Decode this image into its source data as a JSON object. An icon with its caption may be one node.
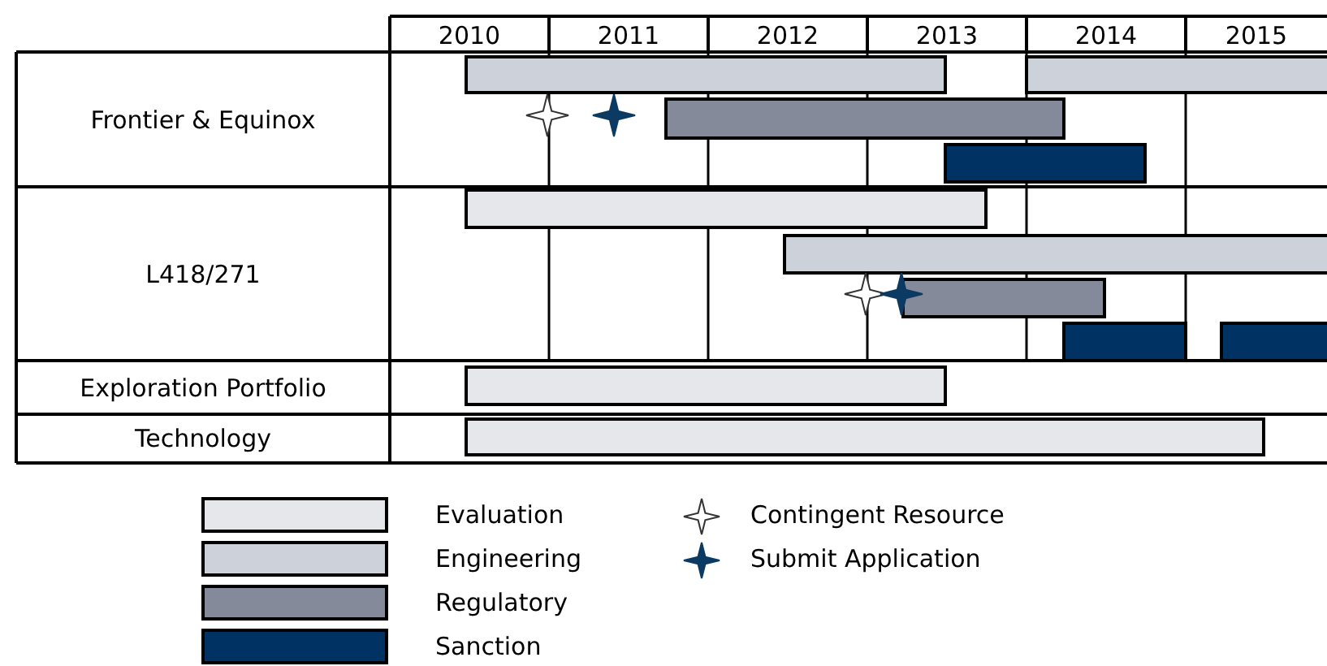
{
  "diagram": {
    "nodes": [
      {
        "text": [
          "Frontier & Equinox"
        ]
      },
      {
        "text": [
          "L418/271"
        ]
      },
      {
        "text": [
          "Exploration Portfolio"
        ]
      },
      {
        "text": [
          "Technology"
        ]
      }
    ],
    "labels": [
      "2010",
      "2011",
      "2012",
      "2013",
      "2014",
      "2015"
    ],
    "legend": [
      {
        "text": "Evaluation",
        "color": "#e6e7ea"
      },
      {
        "text": "Engineering",
        "color": "#cdd1d9"
      },
      {
        "text": "Regulatory",
        "color": "#858a9b"
      },
      {
        "text": "Sanction",
        "color": "#003264"
      },
      {
        "text": "Contingent Resource"
      },
      {
        "text": "Submit Application"
      }
    ]
  }
}
